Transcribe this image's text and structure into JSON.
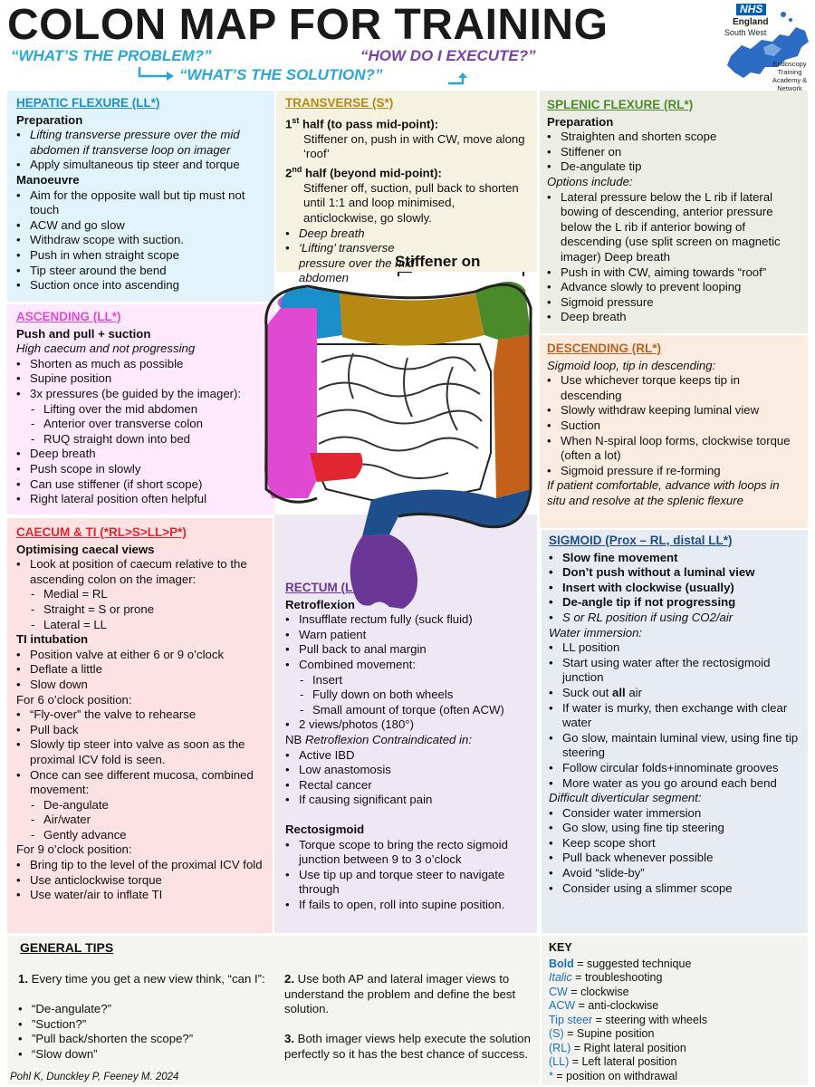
{
  "header": {
    "title": "COLON MAP FOR TRAINING",
    "q_problem": "“WHAT’S THE PROBLEM?”",
    "q_execute": "“HOW DO I EXECUTE?”",
    "q_solution": "“WHAT’S THE SOLUTION?”",
    "logo_nhs": "NHS",
    "logo_region_1": "England",
    "logo_region_2": "South West",
    "logo_academy": "Endoscopy Training Academy & Network"
  },
  "colors": {
    "hepatic": "#1b8fc9",
    "transverse": "#b68a12",
    "splenic": "#4b8a2a",
    "ascending": "#e04ad2",
    "descending": "#c3601a",
    "caecum": "#e0262e",
    "rectum": "#6a3796",
    "sigmoid": "#1f4e8c"
  },
  "hepatic": {
    "heading": "HEPATIC FLEXURE (LL*)",
    "prep_title": "Preparation",
    "prep": [
      "Lifting transverse pressure over the mid abdomen if transverse loop on imager",
      "Apply simultaneous tip steer and torque"
    ],
    "man_title": "Manoeuvre",
    "man": [
      "Aim for the opposite wall but tip must not touch",
      "ACW and go slow",
      "Withdraw scope with suction.",
      "Push in when straight scope",
      "Tip steer around the bend",
      "Suction once into ascending"
    ]
  },
  "transverse": {
    "heading": "TRANSVERSE (S*)",
    "first_num": "1",
    "first_sup": "st",
    "first_rest": " half (to pass mid-point):",
    "first_text": "Stiffener on, push in with CW, move along ‘roof’",
    "second_num": "2",
    "second_sup": "nd",
    "second_rest": " half (beyond mid-point):",
    "second_text": "Stiffener off, suction, pull back to shorten until 1:1 and loop minimised, anticlockwise, go slowly.",
    "bullets": [
      "Deep breath",
      "‘Lifting’ transverse pressure over the mid abdomen"
    ],
    "stiffener": "Stiffener on"
  },
  "splenic": {
    "heading": "SPLENIC FLEXURE (RL*)",
    "prep_title": "Preparation",
    "prep": [
      "Straighten and shorten scope",
      "Stiffener on",
      "De-angulate tip"
    ],
    "options_title": "Options include:",
    "options": [
      "Lateral pressure below the L rib if lateral bowing of descending, anterior pressure below the L rib if anterior bowing of descending (use split screen on magnetic imager) Deep breath",
      "Push in with CW, aiming towards “roof”",
      "Advance slowly to prevent looping",
      "Sigmoid pressure",
      "Deep breath"
    ]
  },
  "ascending": {
    "heading": "ASCENDING (LL*)",
    "sub": "Push and pull + suction",
    "italic": "High caecum and not progressing",
    "bullets_a": [
      "Shorten as much as possible",
      "Supine position",
      "3x pressures (be guided by the imager):"
    ],
    "dashes": [
      "Lifting over the mid abdomen",
      "Anterior over transverse colon",
      "RUQ straight down into bed"
    ],
    "bullets_b": [
      "Deep breath",
      "Push scope in slowly",
      "Can use stiffener (if short scope)",
      "Right lateral position often helpful"
    ]
  },
  "descending": {
    "heading": "DESCENDING (RL*)",
    "italic": "Sigmoid loop, tip in descending:",
    "bullets": [
      "Use whichever torque keeps tip in descending",
      "Slowly withdraw keeping luminal view",
      "Suction",
      "When N-spiral loop forms, clockwise torque (often a lot)",
      "Sigmoid pressure if re-forming"
    ],
    "footer": "If patient comfortable, advance with loops in situ and resolve at the splenic flexure"
  },
  "caecum": {
    "heading": "CAECUM & TI (*RL>S>LL>P*)",
    "sub1": "Optimising caecal views",
    "b1": "Look at position of caecum relative to the ascending colon on the imager:",
    "d1": [
      "Medial = RL",
      "Straight = S or prone",
      "Lateral = LL"
    ],
    "sub2": "TI intubation",
    "b2": [
      "Position valve at either 6 or 9 o’clock",
      "Deflate a little",
      "Slow down"
    ],
    "six_title": "For 6 o’clock position:",
    "b3": [
      "“Fly-over” the valve to rehearse",
      "Pull back",
      "Slowly tip steer into valve as soon as the proximal ICV fold is seen.",
      "Once can see different mucosa, combined movement:"
    ],
    "d2": [
      "De-angulate",
      "Air/water",
      "Gently advance"
    ],
    "nine_title": "For 9 o’clock position:",
    "b4": [
      "Bring tip to the level of the proximal ICV fold",
      "Use anticlockwise torque",
      "Use water/air to inflate TI"
    ]
  },
  "rectum": {
    "heading": "RECTUM (LL*)",
    "sub": "Retroflexion",
    "b1": [
      "Insufflate rectum fully (suck fluid)",
      "Warn patient",
      "Pull back to anal margin",
      "Combined movement:"
    ],
    "d1": [
      "Insert",
      "Fully down on both wheels",
      "Small amount of torque (often ACW)"
    ],
    "b2": [
      "2 views/photos (180°)"
    ],
    "nb_prefix": "NB ",
    "nb_italic": "Retroflexion Contraindicated in:",
    "b3": [
      "Active IBD",
      "Low anastomosis",
      "Rectal cancer",
      "If causing significant pain"
    ],
    "sub2": "Rectosigmoid",
    "b4": [
      "Torque scope to bring the recto sigmoid junction between 9 to 3 o’clock",
      "Use tip up and torque steer to navigate through",
      "If fails to open, roll into supine position."
    ]
  },
  "sigmoid": {
    "heading": "SIGMOID (Prox – RL, distal LL*)",
    "bold": [
      "Slow fine movement",
      "Don’t push without a luminal view",
      "Insert with clockwise (usually)",
      "De-angle tip if not progressing"
    ],
    "italic_bullet": "S or RL position if using CO2/air",
    "water_title": "Water immersion:",
    "water": [
      "LL position",
      "Start using water after the rectosigmoid junction"
    ],
    "suck_a": "Suck out ",
    "suck_b": "all",
    "suck_c": " air",
    "water2": [
      "If water is murky, then exchange with clear water",
      "Go slow, maintain luminal view, using fine tip steering",
      "Follow circular folds+innominate grooves",
      "More water as you go around each bend"
    ],
    "diff_title": "Difficult diverticular segment:",
    "diff": [
      "Consider water immersion",
      "Go slow, using fine tip steering",
      "Keep scope short",
      "Pull back whenever possible",
      "Avoid “slide-by”",
      "Consider using a slimmer scope"
    ]
  },
  "tips": {
    "heading": "GENERAL TIPS",
    "t1_num": "1.",
    "t1": " Every time you get a new view think, “can I”:",
    "t1_items": [
      "“De-angulate?”",
      "”Suction?”",
      "”Pull back/shorten the scope?”",
      "“Slow down”"
    ],
    "t2_num": "2.",
    "t2": " Use both AP and lateral imager views to understand the problem and define the best solution.",
    "t3_num": "3.",
    "t3": " Both imager views help execute the solution perfectly so it has the best chance of success.",
    "credit": "Pohl K, Dunckley P, Feeney M. 2024"
  },
  "key": {
    "heading": "KEY",
    "k1a": "Bold",
    "k1b": " = suggested technique",
    "k2a": "Italic",
    "k2b": " = troubleshooting",
    "k3a": "CW",
    "k3b": " = clockwise",
    "k4a": "ACW",
    "k4b": " = anti-clockwise",
    "k5a": "Tip steer",
    "k5b": " = steering with wheels",
    "k6a": "(S)",
    "k6b": " = Supine position",
    "k7a": "(RL)",
    "k7b": " = Right lateral position",
    "k8a": "(LL)",
    "k8b": " = Left lateral position",
    "k9a": "*",
    "k9b": " = position on withdrawal"
  }
}
